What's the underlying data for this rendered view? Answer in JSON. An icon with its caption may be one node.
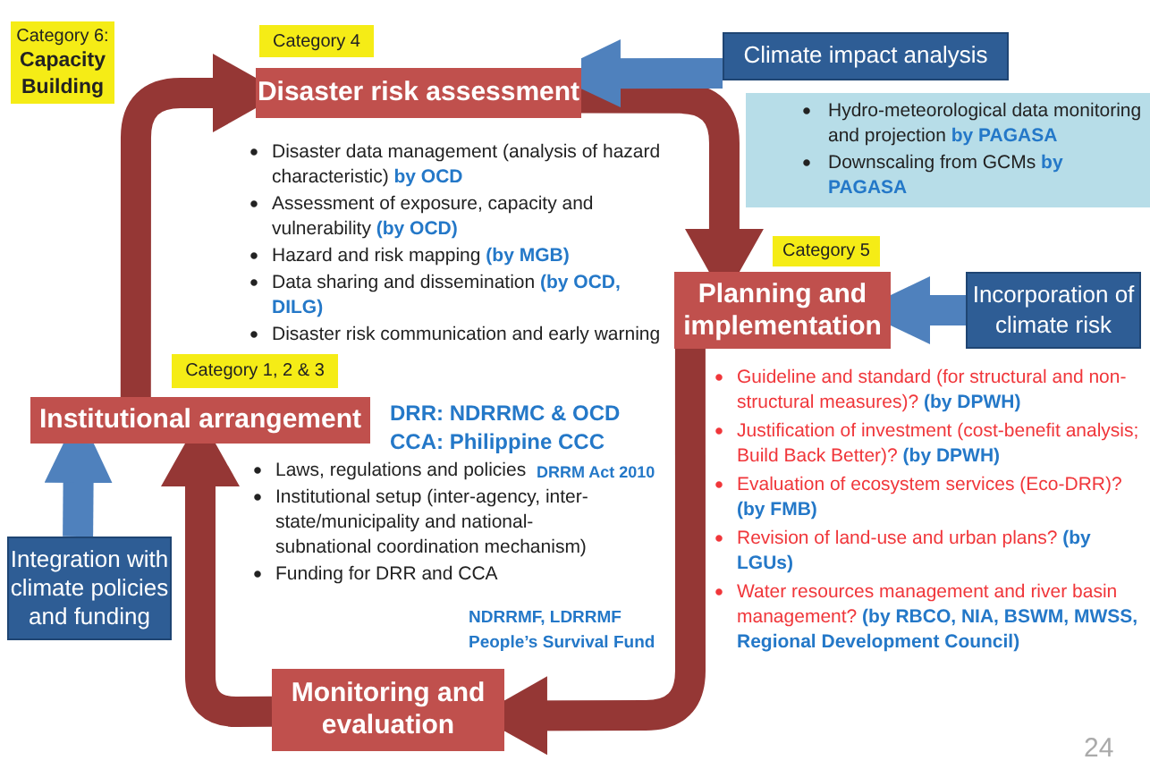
{
  "diagram": {
    "nodes": [
      {
        "text": [
          "Category 6:",
          "Capacity Building"
        ]
      },
      {
        "text": [
          "Category 4"
        ]
      },
      {
        "text": [
          "Disaster risk assessment"
        ]
      },
      {
        "text": [
          "Climate impact analysis"
        ]
      },
      {
        "text": [
          "Hydro-meteorological data monitoring and projection **by PAGASA**",
          "Downscaling from GCMs **by PAGASA**"
        ]
      },
      {
        "text": [
          "Category 5"
        ]
      },
      {
        "text": [
          "Planning and implementation"
        ]
      },
      {
        "text": [
          "Incorporation of climate risk"
        ]
      },
      {
        "text": [
          "Category 1, 2 & 3"
        ]
      },
      {
        "text": [
          "Institutional arrangement"
        ]
      },
      {
        "text": [
          "Integration with climate policies and funding"
        ]
      },
      {
        "text": [
          "Monitoring and evaluation"
        ]
      }
    ],
    "edges": [
      {
        "from": 9,
        "to": 2,
        "arrow": "to"
      },
      {
        "from": 2,
        "to": 6,
        "arrow": "to"
      },
      {
        "from": 6,
        "to": 11,
        "arrow": "to"
      },
      {
        "from": 11,
        "to": 9,
        "arrow": "to"
      },
      {
        "from": 3,
        "to": 2,
        "arrow": "to",
        "color": "#4f81bd"
      },
      {
        "from": 7,
        "to": 6,
        "arrow": "to",
        "color": "#4f81bd"
      },
      {
        "from": 10,
        "to": 9,
        "arrow": "to",
        "color": "#4f81bd"
      }
    ],
    "labels": [
      "Disaster data management (analysis of hazard characteristic) **by OCD**",
      "Assessment of exposure, capacity and vulnerability **(by OCD)**",
      "Hazard and risk mapping **(by MGB)**",
      "Data sharing and dissemination **(by OCD, DILG)**",
      "Disaster risk communication and early warning",
      "DRR: NDRRMC & OCD",
      "CCA: Philippine CCC",
      "Laws, regulations and policies",
      "DRRM Act 2010",
      "Institutional setup (inter-agency, inter-state/municipality and national-subnational coordination mechanism)",
      "Funding for DRR and CCA",
      "NDRRMF, LDRRMF",
      "People’s Survival Fund",
      "Guideline and standard (for structural and non-structural measures)? **(by DPWH)**",
      "Justification of investment (cost-benefit analysis; Build Back Better)? **(by DPWH)**",
      "Evaluation of ecosystem services (Eco-DRR)? **(by FMB)**",
      "Revision of land-use and urban plans? **(by LGUs)**",
      "Water resources management and river basin management? **(by RBCO, NIA, BSWM, MWSS, Regional Development Council)**",
      "24"
    ]
  }
}
